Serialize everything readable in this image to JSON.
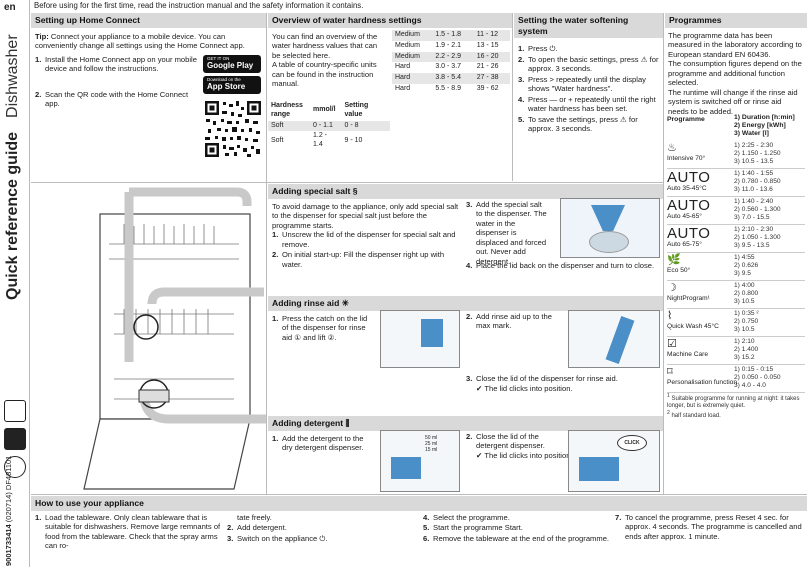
{
  "strip": {
    "lang": "en",
    "title_bold": "Quick reference guide",
    "title_light": "Dishwasher",
    "code_bold": "9001733414",
    "code_rest": "(020714)   DF481101"
  },
  "notice": "Before using for the first time, read the instruction manual and the safety information it contains.",
  "home_connect": {
    "title": "Setting up Home Connect",
    "tip_label": "Tip:",
    "tip_text": "Connect your appliance to a mobile device. You can conveniently change all settings using the Home Connect app.",
    "steps": [
      {
        "n": "1.",
        "text": "Install the Home Connect app on your mobile device and follow the instructions."
      },
      {
        "n": "2.",
        "text": "Scan the QR code with the Home Connect app."
      }
    ],
    "badge_google_small": "GET IT ON",
    "badge_google": "Google Play",
    "badge_apple_small": "Download on the",
    "badge_apple": "App Store"
  },
  "water_hardness": {
    "title": "Overview of water hardness settings",
    "intro": "You can find an overview of the water hardness values that can be selected here.",
    "intro2": "A table of country-specific units can be found in the instruction manual.",
    "col1": "Hardness range",
    "col2": "mmol/l",
    "col3": "Setting value",
    "rows_left": [
      [
        "Soft",
        "0 - 1.1",
        "0 - 8"
      ],
      [
        "Soft",
        "1.2 - 1.4",
        "9 - 10"
      ]
    ],
    "rows_right": [
      [
        "Medium",
        "1.5 - 1.8",
        "11 - 12"
      ],
      [
        "Medium",
        "1.9 - 2.1",
        "13 - 15"
      ],
      [
        "Medium",
        "2.2 - 2.9",
        "16 - 20"
      ],
      [
        "Hard",
        "3.0 - 3.7",
        "21 - 26"
      ],
      [
        "Hard",
        "3.8 - 5.4",
        "27 - 38"
      ],
      [
        "Hard",
        "5.5 - 8.9",
        "39 - 62"
      ]
    ]
  },
  "softening": {
    "title": "Setting the water softening system",
    "steps": [
      {
        "n": "1.",
        "text": "Press ⏻."
      },
      {
        "n": "2.",
        "text": "To open the basic settings, press ⚠ for approx. 3 seconds."
      },
      {
        "n": "3.",
        "text": "Press > repeatedly until the display shows \"Water hardness\"."
      },
      {
        "n": "4.",
        "text": "Press — or + repeatedly until the right water hardness has been set."
      },
      {
        "n": "5.",
        "text": "To save the settings, press ⚠ for approx. 3 seconds."
      }
    ]
  },
  "programmes": {
    "title": "Programmes",
    "intro": "The programme data has been measured in the laboratory according to European standard EN 60436.",
    "intro2": "The consumption figures depend on the programme and additional function selected.",
    "intro3": "The runtime will change if the rinse aid system is switched off or rinse aid needs to be added.",
    "col_prog": "Programme",
    "col_vals1": "1) Duration [h:min]",
    "col_vals2": "2) Energy [kWh]",
    "col_vals3": "3) Water [l]",
    "items": [
      {
        "icon": "pot-icon",
        "glyph": "♨",
        "auto": "",
        "name": "Intensive 70°",
        "v1": "1) 2:25 - 2:30",
        "v2": "2) 1.150 - 1.250",
        "v3": "3) 10.5 - 13.5"
      },
      {
        "icon": "",
        "glyph": "",
        "auto": "AUTO",
        "name": "Auto 35-45°C",
        "v1": "1) 1:40 - 1:55",
        "v2": "2) 0.780 - 0.850",
        "v3": "3) 11.0 - 13.6"
      },
      {
        "icon": "",
        "glyph": "",
        "auto": "AUTO",
        "name": "Auto 45-65°",
        "v1": "1) 1:40 - 2:40",
        "v2": "2) 0.560 - 1.300",
        "v3": "3) 7.0 - 15.5"
      },
      {
        "icon": "",
        "glyph": "",
        "auto": "AUTO",
        "name": "Auto 65-75°",
        "v1": "1) 2:10 - 2:30",
        "v2": "2) 1.050 - 1.300",
        "v3": "3) 9.5 - 13.5"
      },
      {
        "icon": "eco-icon",
        "glyph": "🌿",
        "auto": "",
        "name": "Eco 50°",
        "v1": "1) 4:55",
        "v2": "2) 0.626",
        "v3": "3) 9.5"
      },
      {
        "icon": "moon-icon",
        "glyph": "☽",
        "auto": "",
        "name": "NightProgram¹",
        "v1": "1) 4:00",
        "v2": "2) 0.800",
        "v3": "3) 10.5"
      },
      {
        "icon": "glasses-icon",
        "glyph": "⌇",
        "auto": "",
        "name": "Quick Wash 45°C",
        "v1": "1) 0:35 ²",
        "v2": "2) 0.750",
        "v3": "3) 10.5"
      },
      {
        "icon": "machine-care-icon",
        "glyph": "☑",
        "auto": "",
        "name": "Machine Care",
        "v1": "1) 2:10",
        "v2": "2) 1.400",
        "v3": "3) 15.2"
      },
      {
        "icon": "bookmark-icon",
        "glyph": "⌑",
        "auto": "",
        "name": "Personalisation function",
        "v1": "1) 0:15 - 0:15",
        "v2": "2) 0.050 - 0.050",
        "v3": "3) 4.0 - 4.0"
      }
    ],
    "footnote1_n": "1",
    "footnote1": "Suitable programme for running at night: it takes longer, but is extremely quiet.",
    "footnote2_n": "2",
    "footnote2": "half standard load."
  },
  "salt": {
    "title": "Adding special salt",
    "intro": "To avoid damage to the appliance, only add special salt to the dispenser for special salt just before the programme starts.",
    "steps": [
      {
        "n": "1.",
        "text": "Unscrew the lid of the dispenser for special salt and remove."
      },
      {
        "n": "2.",
        "text": "On initial start-up: Fill the dispenser right up with water."
      }
    ],
    "steps_right": [
      {
        "n": "3.",
        "text": "Add the special salt to the dispenser. The water in the dispenser is displaced and forced out. Never add detergent."
      },
      {
        "n": "4.",
        "text": "Place the lid back on the dispenser and turn to close."
      }
    ]
  },
  "rinse": {
    "title": "Adding rinse aid",
    "steps_left": [
      {
        "n": "1.",
        "text": "Press the catch on the lid of the dispenser for rinse aid ① and lift ②."
      }
    ],
    "steps_right": [
      {
        "n": "2.",
        "text": "Add rinse aid up to the max mark."
      },
      {
        "n": "3.",
        "text": "Close the lid of the dispenser for rinse aid."
      }
    ],
    "result": "✔ The lid clicks into position."
  },
  "detergent": {
    "title": "Adding detergent",
    "steps_left": [
      {
        "n": "1.",
        "text": "Add the detergent to the dry detergent dispenser."
      }
    ],
    "steps_right": [
      {
        "n": "2.",
        "text": "Close the lid of the detergent dispenser."
      }
    ],
    "result": "✔ The lid clicks into position.",
    "marks": [
      "50 ml",
      "25 ml",
      "15 ml"
    ],
    "click": "CLICK"
  },
  "howto": {
    "title": "How to use your appliance",
    "col1": [
      {
        "n": "1.",
        "text": "Load the tableware. Only clean tableware that is suitable for dishwashers. Remove large remnants of food from the tableware. Check that the spray arms can ro-"
      }
    ],
    "col2": [
      {
        "n": "",
        "text": "tate freely."
      },
      {
        "n": "2.",
        "text": "Add detergent."
      },
      {
        "n": "3.",
        "text": "Switch on the appliance ⏻."
      }
    ],
    "col3": [
      {
        "n": "4.",
        "text": "Select the programme."
      },
      {
        "n": "5.",
        "text": "Start the programme Start."
      },
      {
        "n": "6.",
        "text": "Remove the tableware at the end of the programme."
      }
    ],
    "col4": [
      {
        "n": "7.",
        "text": "To cancel the programme, press Reset 4 sec. for approx. 4 seconds. The programme is cancelled and ends after approx. 1 minute."
      }
    ]
  }
}
